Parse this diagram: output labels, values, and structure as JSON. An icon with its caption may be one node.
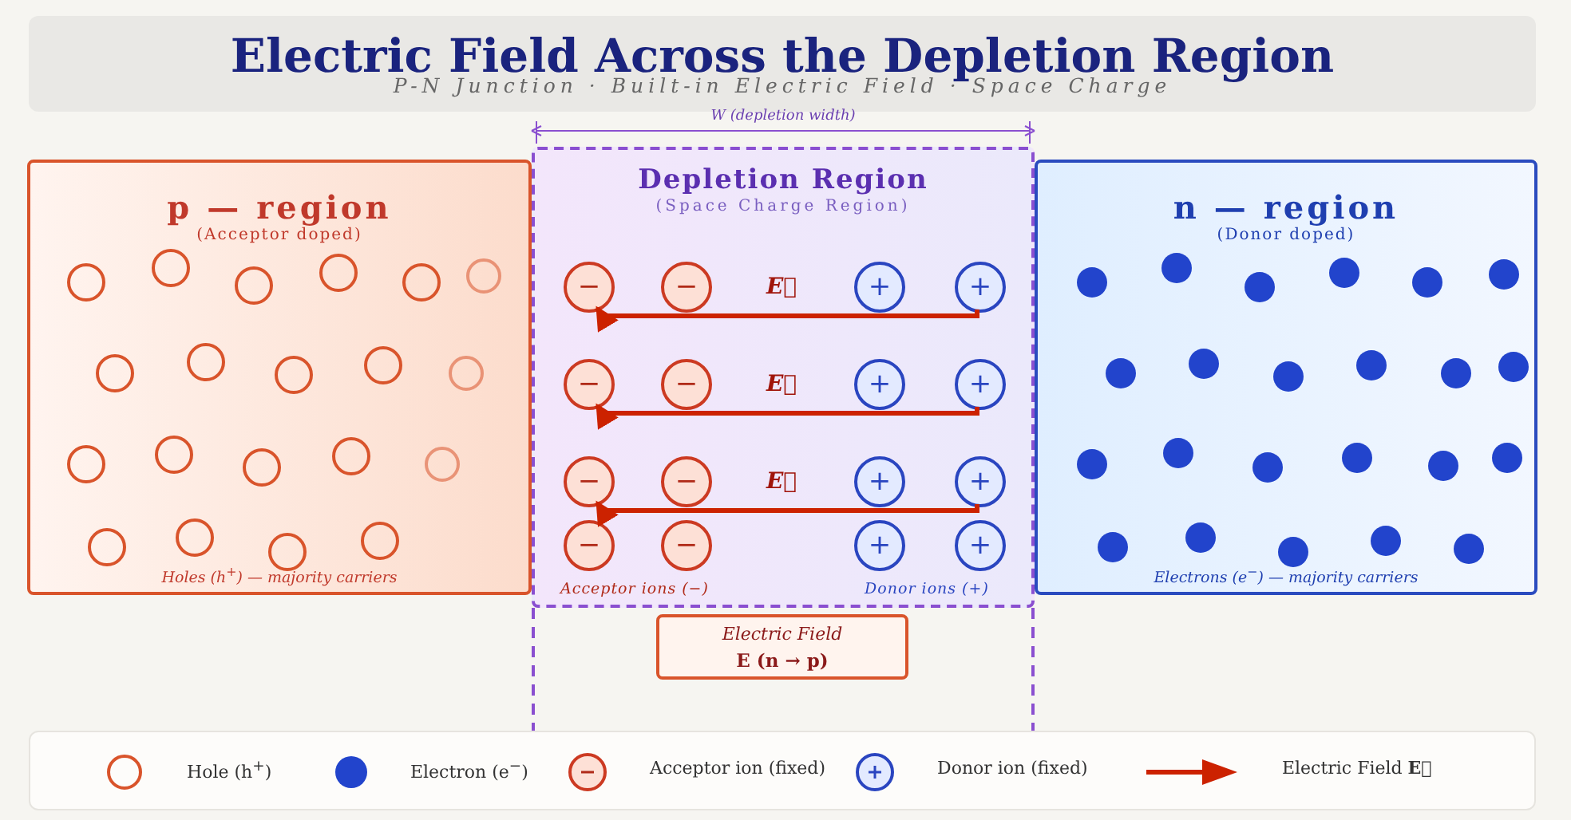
{
  "diagram": {
    "title": "Electric Field Across the Depletion Region",
    "nodes": [
      {
        "text": [
          "p — region",
          "(Acceptor doped)",
          "Holes (h$^{+}$) — majority carriers"
        ]
      },
      {
        "text": [
          "Depletion Region",
          "(Space Charge Region)"
        ]
      },
      {
        "text": [
          "n — region",
          "(Donor doped)",
          "Electrons (e$^{−}$) — majority carriers"
        ]
      },
      {
        "text": [
          "Electric Field",
          "E (n → p)"
        ]
      },
      {
        "text": [
          "−"
        ],
        "in": 1
      },
      {
        "text": [
          "−"
        ],
        "in": 1
      },
      {
        "text": [
          "+"
        ],
        "in": 1
      },
      {
        "text": [
          "+"
        ],
        "in": 1
      },
      {
        "text": [
          "−"
        ],
        "in": 1
      },
      {
        "text": [
          "−"
        ],
        "in": 1
      },
      {
        "text": [
          "+"
        ],
        "in": 1
      },
      {
        "text": [
          "+"
        ],
        "in": 1
      },
      {
        "text": [
          "−"
        ],
        "in": 1
      },
      {
        "text": [
          "−"
        ],
        "in": 1
      },
      {
        "text": [
          "+"
        ],
        "in": 1
      },
      {
        "text": [
          "+"
        ],
        "in": 1
      },
      {
        "text": [
          "−"
        ],
        "in": 1
      },
      {
        "text": [
          "−"
        ],
        "in": 1
      },
      {
        "text": [
          "+"
        ],
        "in": 1
      },
      {
        "text": [
          "+"
        ],
        "in": 1
      }
    ],
    "edges": [
      {
        "from": 7,
        "to": 4,
        "arrow": "to",
        "label": "E⃗"
      },
      {
        "from": 11,
        "to": 8,
        "arrow": "to",
        "label": "E⃗"
      },
      {
        "from": 15,
        "to": 12,
        "arrow": "to",
        "label": "E⃗"
      }
    ],
    "labels": [
      "P-N Junction · Built-in Electric Field · Space Charge",
      "W (depletion width)",
      "Acceptor ions (−)",
      "Donor ions (+)"
    ],
    "legend": [
      {
        "text": "Hole (h$^{+}$)"
      },
      {
        "text": "Electron (e$^{−}$)",
        "color": "#2244cc"
      },
      {
        "text": "Acceptor ion (fixed)"
      },
      {
        "text": "Donor ion (fixed)"
      },
      {
        "text": "Electric Field **E⃗**"
      }
    ]
  }
}
